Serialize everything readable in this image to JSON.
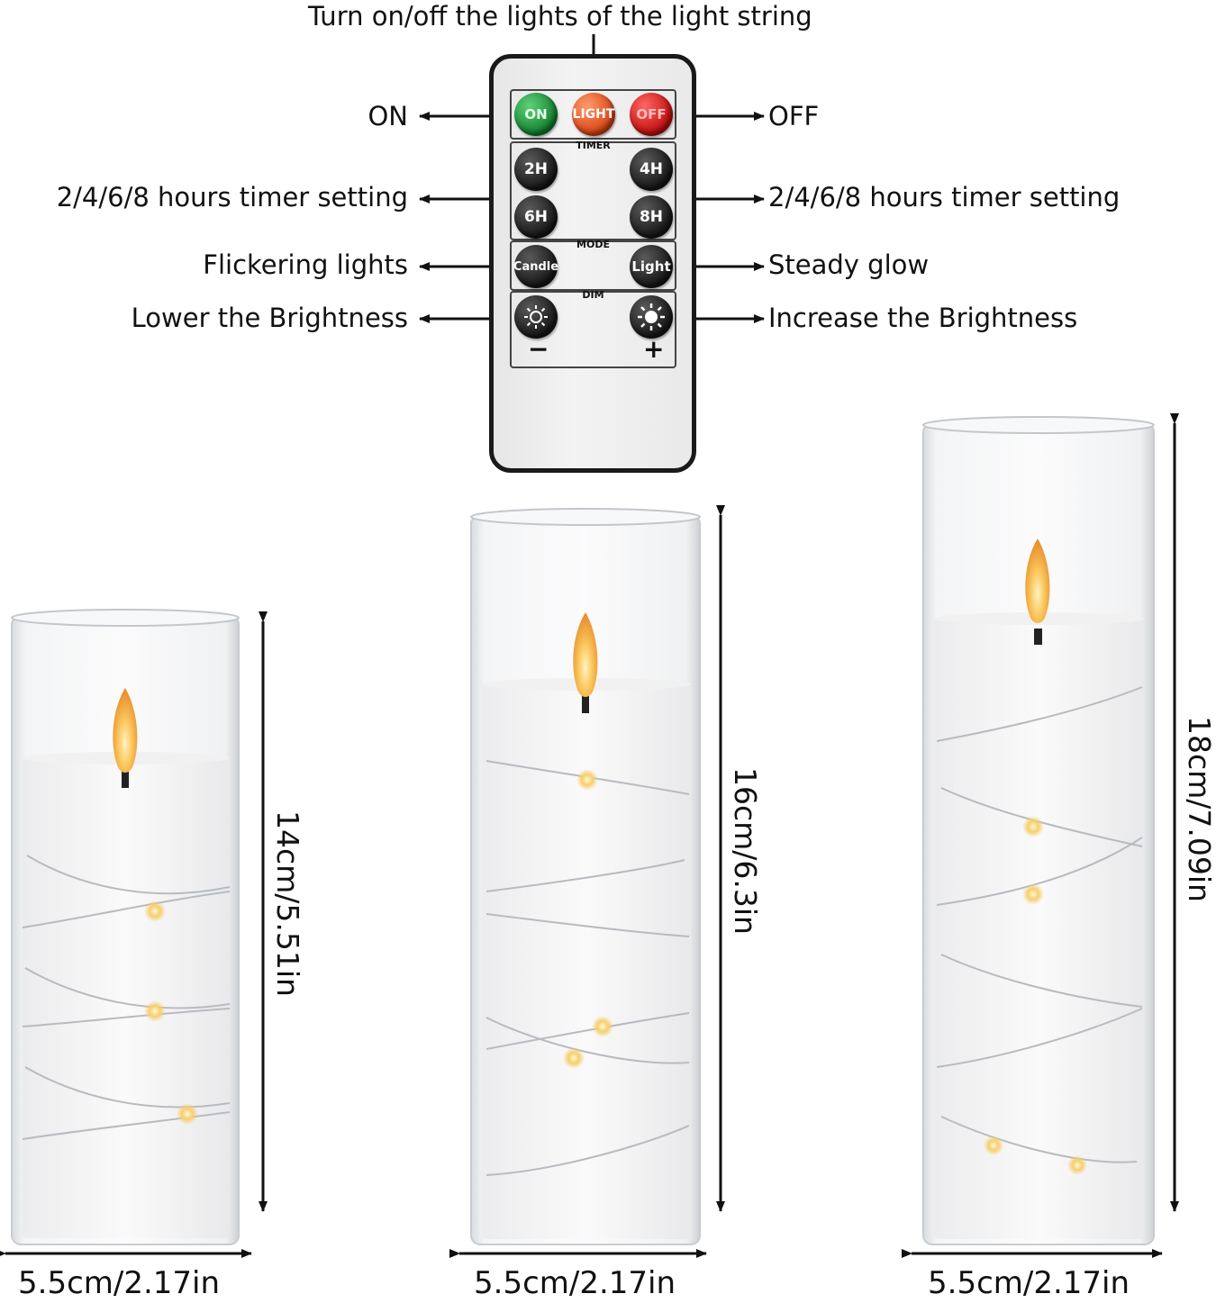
{
  "remote": {
    "buttons": {
      "on": "ON",
      "light_string": "LIGHT",
      "off": "OFF",
      "timer_2h": "2H",
      "timer_4h": "4H",
      "timer_6h": "6H",
      "timer_8h": "8H",
      "mode_candle": "Candle",
      "mode_light": "Light",
      "dim_minus": "−",
      "dim_plus": "+"
    },
    "sections": {
      "timer": "TIMER",
      "mode": "MODE",
      "dim": "DIM"
    }
  },
  "callouts": {
    "top": "Turn on/off the lights of the light string",
    "on": "ON",
    "off": "OFF",
    "timer_left": "2/4/6/8 hours timer setting",
    "timer_right": "2/4/6/8 hours timer setting",
    "flicker": "Flickering lights",
    "steady": "Steady glow",
    "lower": "Lower the Brightness",
    "increase": "Increase the Brightness"
  },
  "candles": [
    {
      "height_label": "14cm/5.51in",
      "width_label": "5.5cm/2.17in"
    },
    {
      "height_label": "16cm/6.3in",
      "width_label": "5.5cm/2.17in"
    },
    {
      "height_label": "18cm/7.09in",
      "width_label": "5.5cm/2.17in"
    }
  ],
  "colors": {
    "on_button": "#1a8f35",
    "light_button": "#e2511c",
    "off_button": "#cc1515",
    "flame": "#f6b24a"
  }
}
